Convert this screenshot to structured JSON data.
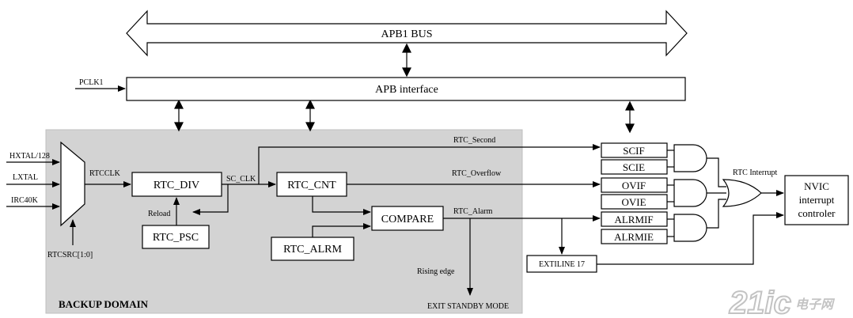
{
  "bus": {
    "apb1": "APB1 BUS",
    "apb_interface": "APB  interface",
    "pclk1": "PCLK1"
  },
  "inputs": {
    "hxtal": "HXTAL/128",
    "lxtal": "LXTAL",
    "irc40k": "IRC40K",
    "rtcsrc": "RTCSRC[1:0]",
    "rtcclk": "RTCCLK"
  },
  "blocks": {
    "rtc_div": "RTC_DIV",
    "rtc_psc": "RTC_PSC",
    "rtc_cnt": "RTC_CNT",
    "compare": "COMPARE",
    "rtc_alrm": "RTC_ALRM",
    "nvic_line1": "NVIC",
    "nvic_line2": "interrupt",
    "nvic_line3": "controler",
    "extiline": "EXTILINE 17"
  },
  "flags": {
    "scif": "SCIF",
    "scie": "SCIE",
    "ovif": "OVIF",
    "ovie": "OVIE",
    "alrmif": "ALRMIF",
    "alrmie": "ALRMIE"
  },
  "signals": {
    "sc_clk": "SC_CLK",
    "reload": "Reload",
    "rtc_second": "RTC_Second",
    "rtc_overflow": "RTC_Overflow",
    "rtc_alarm": "RTC_Alarm",
    "rtc_interrupt": "RTC Interrupt",
    "rising_edge": "Rising edge",
    "exit_standby": "EXIT STANDBY MODE"
  },
  "domain": {
    "backup": "BACKUP DOMAIN"
  },
  "watermark": {
    "logo_digits": "21ic",
    "logo_cn": "电子网"
  },
  "colors": {
    "backup_domain_fill": "#d3d3d3",
    "line": "#000000",
    "watermark": "#b9b9b9"
  }
}
